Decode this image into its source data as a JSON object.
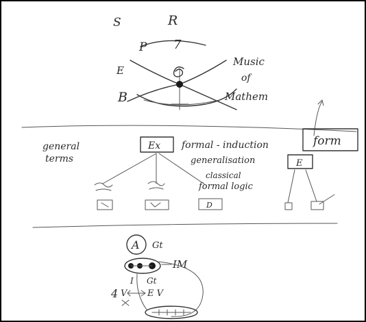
{
  "sheet": {
    "colors": {
      "paper": "#ffffff",
      "ink": "#333333",
      "frame": "#000000"
    },
    "section_top": {
      "label_s": "S",
      "label_r": "R",
      "label_p": "P",
      "label_7": "7",
      "label_e": "E",
      "label_b": "B",
      "label_music": "Music",
      "label_of": "of",
      "label_mathem": "Mathem"
    },
    "section_middle": {
      "label_general_terms_1": "general",
      "label_general_terms_2": "terms",
      "box_ex": "Ex",
      "label_formal_induction": "formal - induction",
      "label_generalisation": "generalisation",
      "label_classical": "classical",
      "label_formal_logic": "formal logic",
      "box_form": "form",
      "box_e": "E",
      "box_d": "D"
    },
    "section_bottom": {
      "circle_a": "A",
      "label_gt_1": "Gt",
      "label_im": "IM",
      "label_i": "I",
      "label_gt_2": "Gt",
      "label_4": "4",
      "label_v": "V",
      "label_ev": "E V"
    }
  }
}
